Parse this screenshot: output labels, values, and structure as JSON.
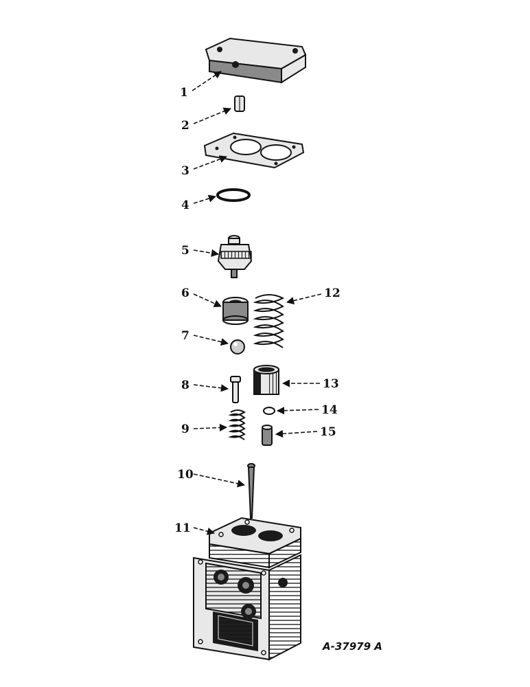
{
  "labels": {
    "p1": "1",
    "p2": "2",
    "p3": "3",
    "p4": "4",
    "p5": "5",
    "p6": "6",
    "p7": "7",
    "p8": "8",
    "p9": "9",
    "p10": "10",
    "p11": "11",
    "p12": "12",
    "p13": "13",
    "p14": "14",
    "p15": "15"
  },
  "reference_code": "A-37979 A"
}
